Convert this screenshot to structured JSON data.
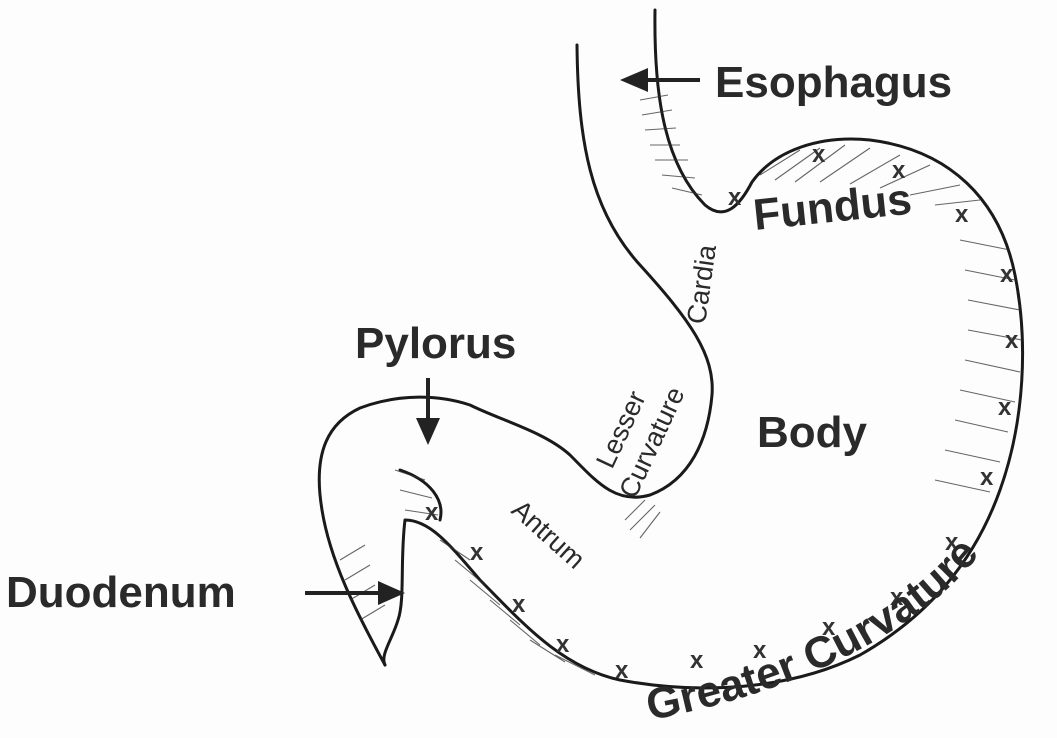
{
  "labels": {
    "esophagus": "Esophagus",
    "fundus": "Fundus",
    "cardia": "Cardia",
    "pylorus": "Pylorus",
    "body": "Body",
    "lesser_curvature_line1": "Lesser",
    "lesser_curvature_line2": "Curvature",
    "antrum": "Antrum",
    "duodenum": "Duodenum",
    "greater_curvature": "Greater Curvature",
    "marker": "x"
  },
  "colors": {
    "ink": "#1a1a1a",
    "paper": "#fdfdfd"
  }
}
